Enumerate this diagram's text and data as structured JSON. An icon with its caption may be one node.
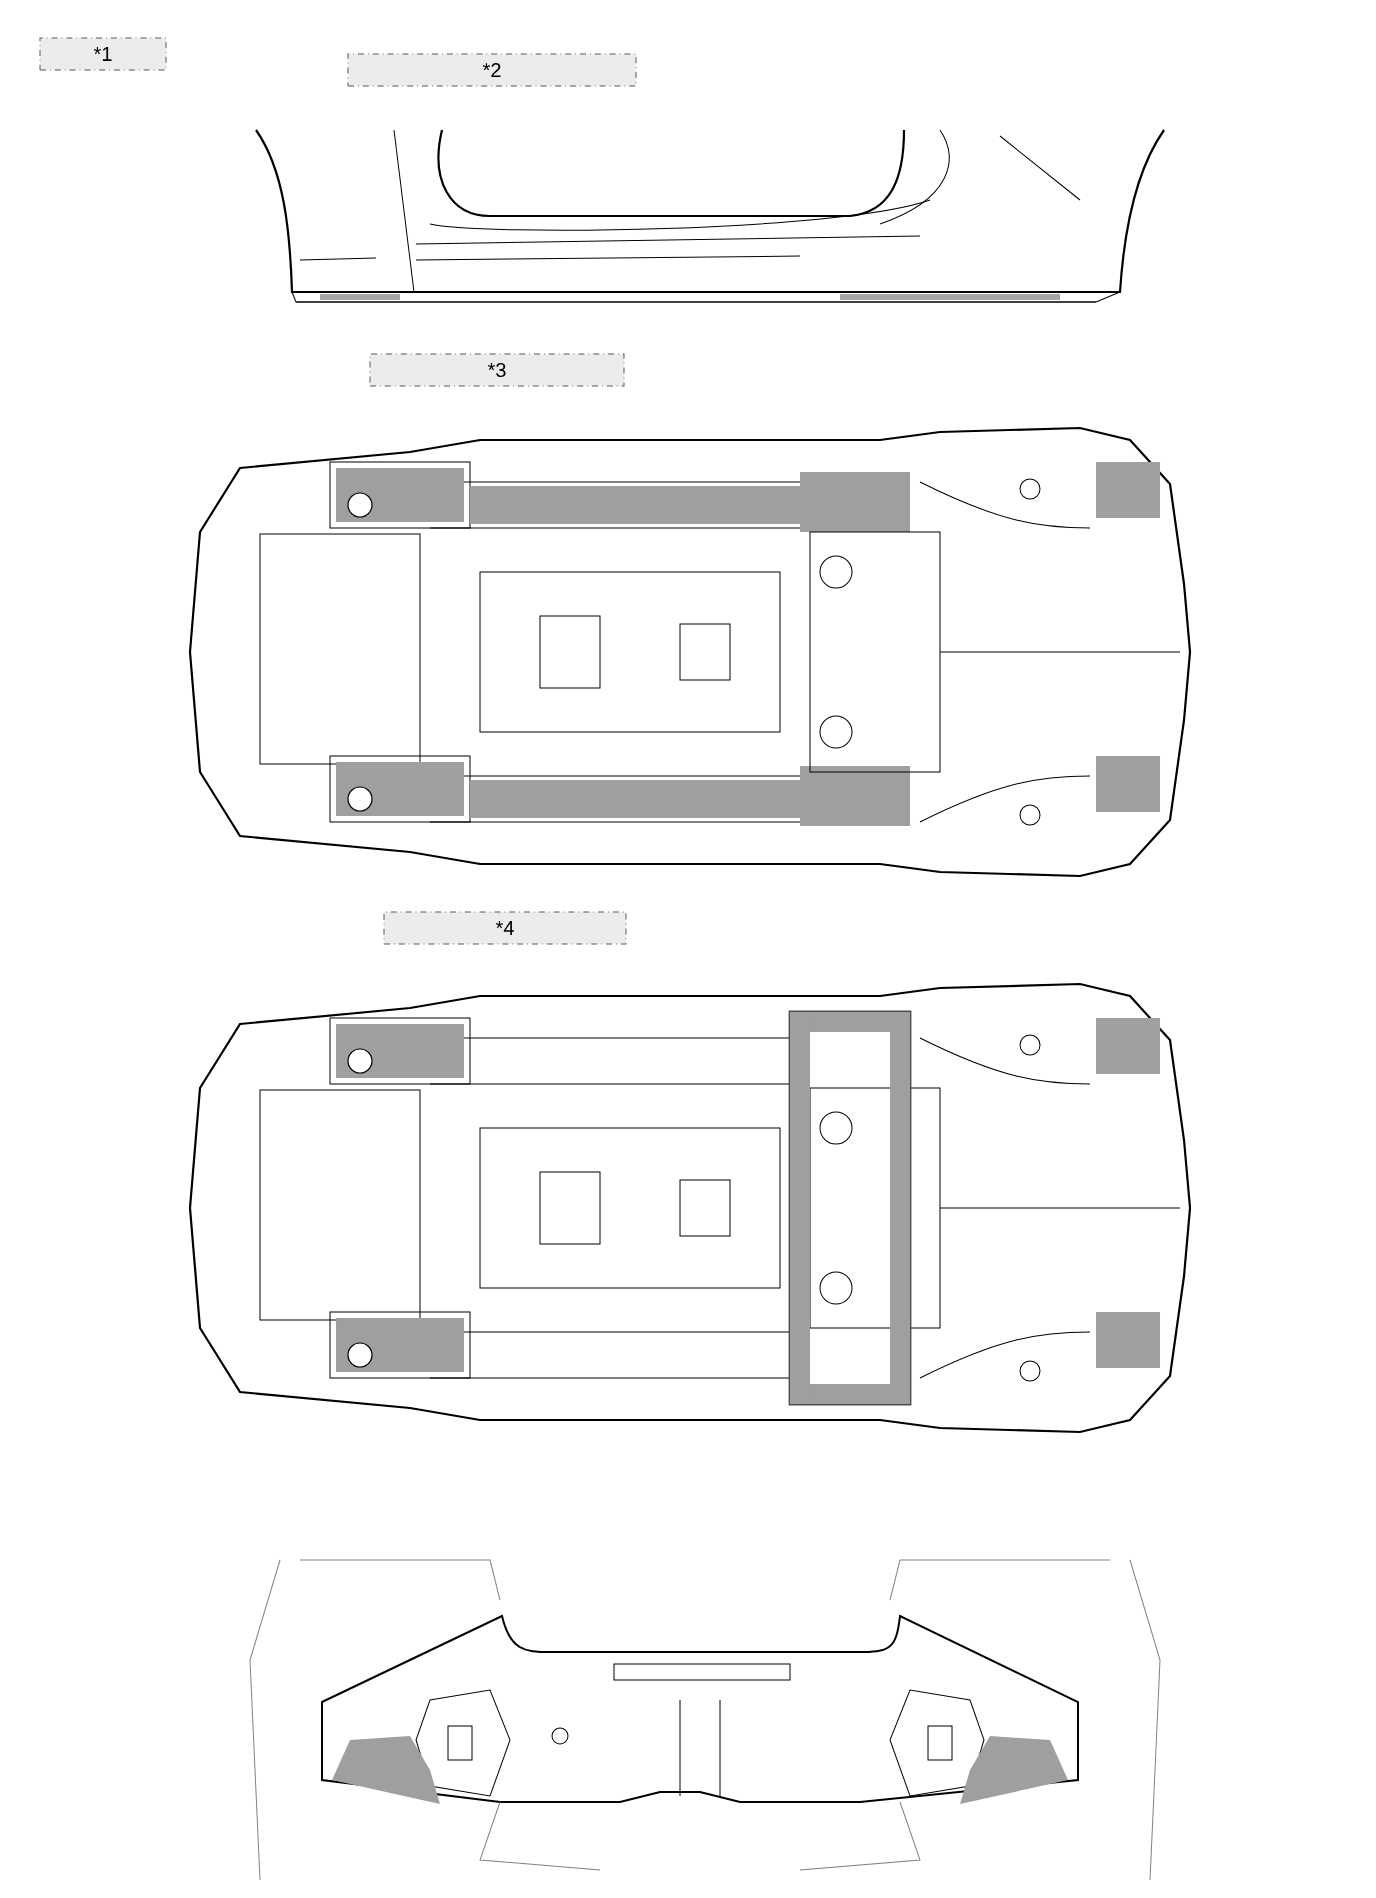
{
  "diagram": {
    "nodes": [
      {
        "text": [
          "*1"
        ]
      },
      {
        "text": [
          "*2"
        ]
      },
      {
        "text": [
          "*3"
        ]
      },
      {
        "text": [
          "*4"
        ]
      }
    ]
  }
}
